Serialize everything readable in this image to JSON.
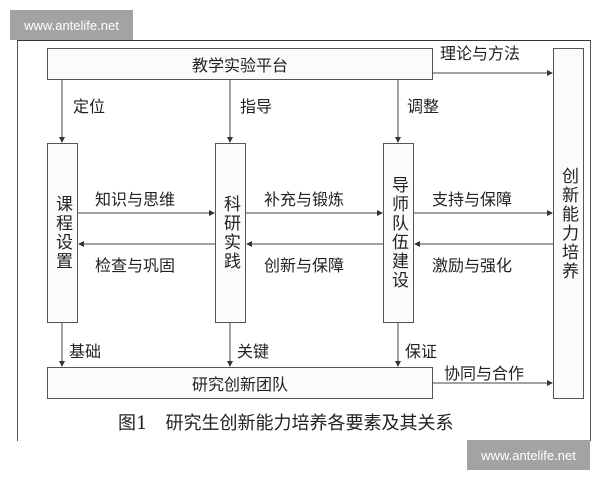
{
  "watermark": "www.antelife.net",
  "top_box": "教学实验平台",
  "bottom_box": "研究创新团队",
  "right_box": "创新能力培养",
  "columns": [
    "课程设置",
    "科研实践",
    "导师队伍建设"
  ],
  "top_labels": [
    "定位",
    "指导",
    "调整"
  ],
  "bottom_labels": [
    "基础",
    "关键",
    "保证"
  ],
  "forward_labels": [
    "知识与思维",
    "补充与锻炼",
    "支持与保障"
  ],
  "backward_labels": [
    "检查与巩固",
    "创新与保障",
    "激励与强化"
  ],
  "top_right_label": "理论与方法",
  "bottom_right_label": "协同与合作",
  "caption": "图1　研究生创新能力培养各要素及其关系"
}
